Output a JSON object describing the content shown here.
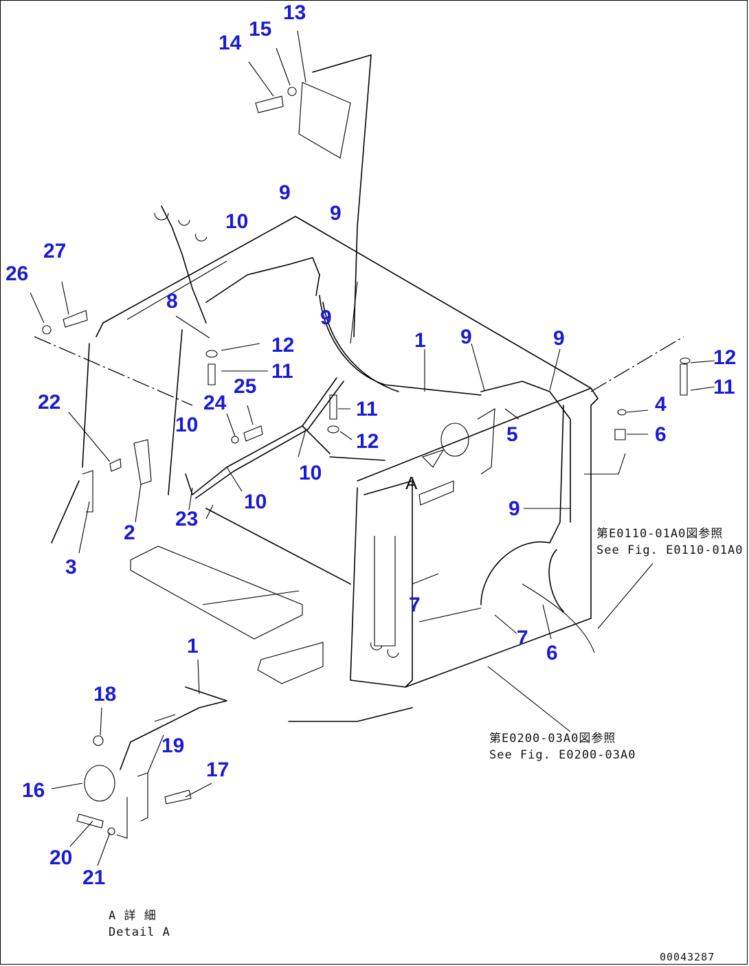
{
  "diagram": {
    "callouts": [
      "1",
      "1",
      "2",
      "3",
      "4",
      "5",
      "6",
      "6",
      "7",
      "7",
      "8",
      "9",
      "9",
      "9",
      "9",
      "9",
      "9",
      "10",
      "10",
      "10",
      "10",
      "11",
      "11",
      "11",
      "12",
      "12",
      "12",
      "13",
      "14",
      "15",
      "16",
      "17",
      "18",
      "19",
      "20",
      "21",
      "22",
      "23",
      "24",
      "25",
      "26",
      "27"
    ],
    "references": [
      {
        "jp": "第E0110-01A0図参照",
        "en": "See Fig. E0110-01A0"
      },
      {
        "jp": "第E0200-03A0図参照",
        "en": "See Fig. E0200-03A0"
      }
    ],
    "detail": {
      "jp": "A 詳 細",
      "en": "Detail A"
    },
    "view_marker": "A",
    "drawing_number": "00043287"
  },
  "colors": {
    "callout": "#1a1ad6",
    "line": "#000000",
    "background": "#ffffff"
  }
}
